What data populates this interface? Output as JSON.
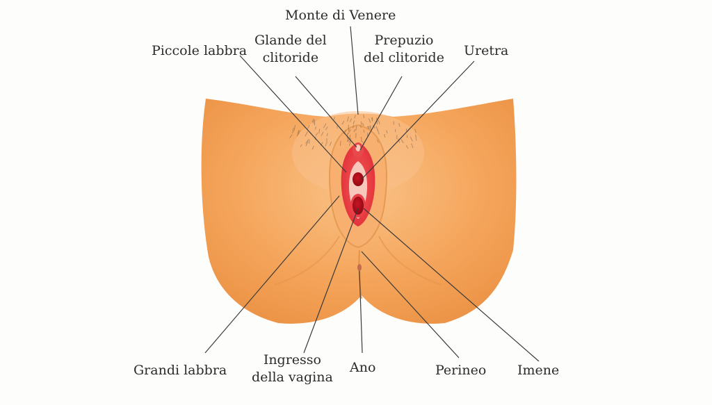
{
  "labels": {
    "monte_di_venere": [
      "Monte di Venere"
    ],
    "piccole_labbra": [
      "Piccole labbra"
    ],
    "glande_del_clitoride": [
      "Glande del",
      "clitoride"
    ],
    "prepuzio_del_clitoride": [
      "Prepuzio",
      "del clitoride"
    ],
    "uretra": [
      "Uretra"
    ],
    "grandi_labbra": [
      "Grandi labbra"
    ],
    "ingresso_della_vagina": [
      "Ingresso",
      "della vagina"
    ],
    "ano": [
      "Ano"
    ],
    "perineo": [
      "Perineo"
    ],
    "imene": [
      "Imene"
    ]
  },
  "colors": {
    "skin": "#f5a65c",
    "skin_light": "#f8bb7a",
    "skin_shadow": "#e48f48",
    "labia_red": "#e8353c",
    "inner_pink": "#f5c2b6",
    "deep_red": "#b8101c",
    "leader_line": "#3a3a3a"
  }
}
